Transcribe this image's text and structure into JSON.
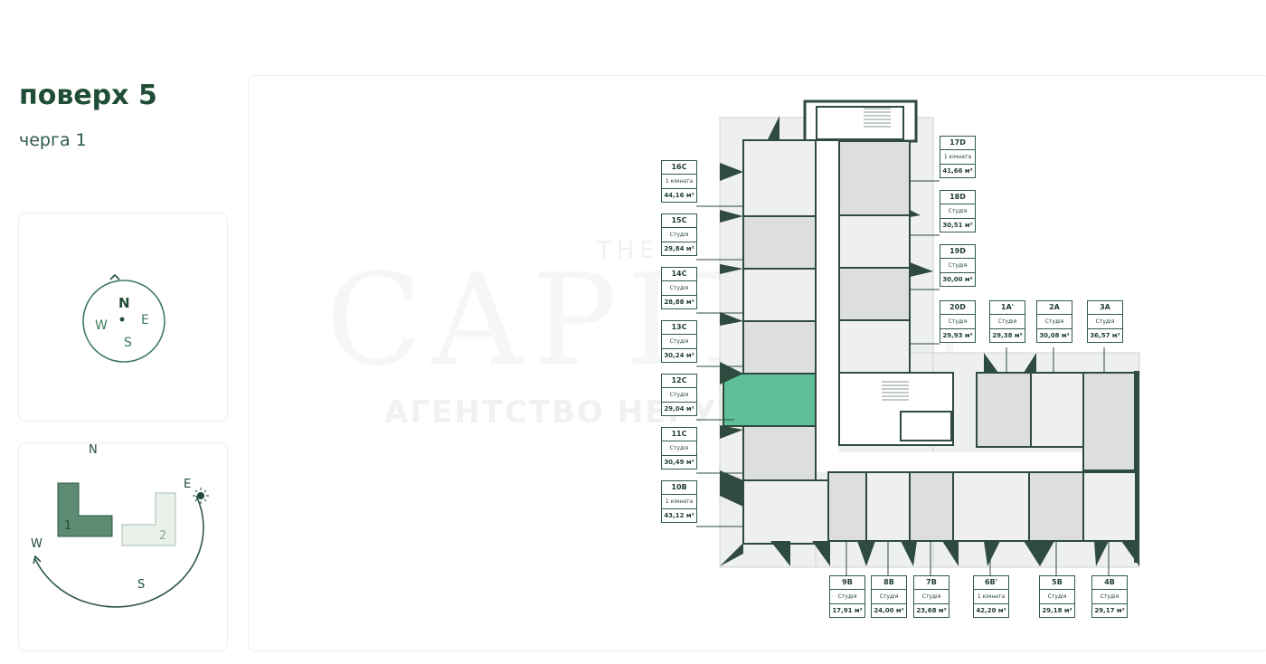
{
  "header": {
    "floor_title": "поверх 5",
    "queue_label": "черга 1"
  },
  "compass": {
    "north": "N",
    "south": "S",
    "east": "E",
    "west": "W"
  },
  "orientation": {
    "north": "N",
    "east": "E",
    "south": "S",
    "west": "W",
    "block_1": "1",
    "block_2": "2",
    "active_block": "1"
  },
  "colors": {
    "brand": "#1f4d36",
    "wall": "#2f4a3e",
    "selected_unit": "#5fbf98",
    "unit_light": "#eef0ee",
    "unit_gray": "#dcdedf",
    "block_active": "#5d8a72",
    "block_inactive": "#eaf0ea"
  },
  "watermark": {
    "top": "THE",
    "main": "CAPITAL",
    "sub": "АГЕНТСТВО НЕРУХОМОСТІ"
  },
  "apartments": {
    "16C": {
      "code": "16C",
      "type": "1 кімната",
      "area": "44,16 м²"
    },
    "15C": {
      "code": "15C",
      "type": "Студія",
      "area": "29,84 м²"
    },
    "14C": {
      "code": "14C",
      "type": "Студія",
      "area": "28,88 м²"
    },
    "13C": {
      "code": "13C",
      "type": "Студія",
      "area": "30,24 м²"
    },
    "12C": {
      "code": "12C",
      "type": "Студія",
      "area": "29,04 м²"
    },
    "11C": {
      "code": "11C",
      "type": "Студія",
      "area": "30,49 м²"
    },
    "10B": {
      "code": "10B",
      "type": "1 кімната",
      "area": "43,12 м²"
    },
    "17D": {
      "code": "17D",
      "type": "1 кімната",
      "area": "41,66 м²"
    },
    "18D": {
      "code": "18D",
      "type": "Студія",
      "area": "30,51 м²"
    },
    "19D": {
      "code": "19D",
      "type": "Студія",
      "area": "30,00 м²"
    },
    "20D": {
      "code": "20D",
      "type": "Студія",
      "area": "29,93 м²"
    },
    "1A": {
      "code": "1A'",
      "type": "Студія",
      "area": "29,38 м²"
    },
    "2A": {
      "code": "2A",
      "type": "Студія",
      "area": "30,08 м²"
    },
    "3A": {
      "code": "3A",
      "type": "Студія",
      "area": "36,57 м²"
    },
    "9B": {
      "code": "9B",
      "type": "Студія",
      "area": "17,91 м²"
    },
    "8B": {
      "code": "8B",
      "type": "Студія",
      "area": "24,00 м²"
    },
    "7B": {
      "code": "7B",
      "type": "Студія",
      "area": "23,68 м²"
    },
    "6B": {
      "code": "6B'",
      "type": "1 кімната",
      "area": "42,20 м²"
    },
    "5B": {
      "code": "5B",
      "type": "Студія",
      "area": "29,18 м²"
    },
    "4B": {
      "code": "4B",
      "type": "Студія",
      "area": "29,17 м²"
    }
  },
  "selected_apartment": "12C"
}
